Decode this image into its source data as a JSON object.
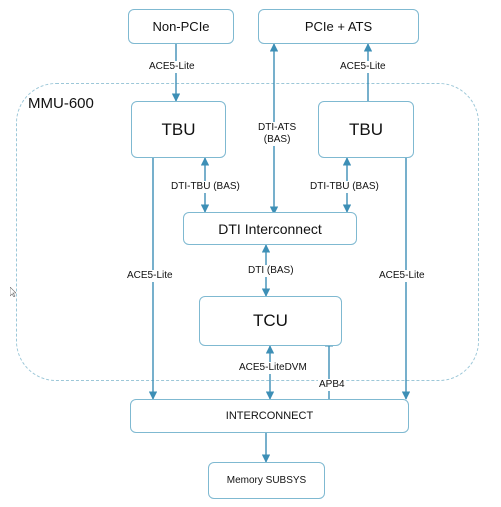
{
  "colors": {
    "box_border": "#7fb9d1",
    "arrow": "#3d8fb6",
    "dashed": "#9cc7d8"
  },
  "nodes": {
    "non_pcie": "Non-PCIe",
    "pcie_ats": "PCIe + ATS",
    "mmu": "MMU-600",
    "tbu_left": "TBU",
    "tbu_right": "TBU",
    "dti_interconnect": "DTI Interconnect",
    "tcu": "TCU",
    "interconnect": "INTERCONNECT",
    "memory": "Memory SUBSYS"
  },
  "edges": {
    "ace5_lite_left_top": "ACE5-Lite",
    "ace5_lite_right_top": "ACE5-Lite",
    "dti_ats_line1": "DTI-ATS",
    "dti_ats_line2": "(BAS)",
    "dti_tbu_left": "DTI-TBU (BAS)",
    "dti_tbu_right": "DTI-TBU (BAS)",
    "dti_bas": "DTI (BAS)",
    "ace5_lite_left_down": "ACE5-Lite",
    "ace5_lite_right_down": "ACE5-Lite",
    "ace5_litedvm": "ACE5-LiteDVM",
    "apb4": "APB4"
  }
}
